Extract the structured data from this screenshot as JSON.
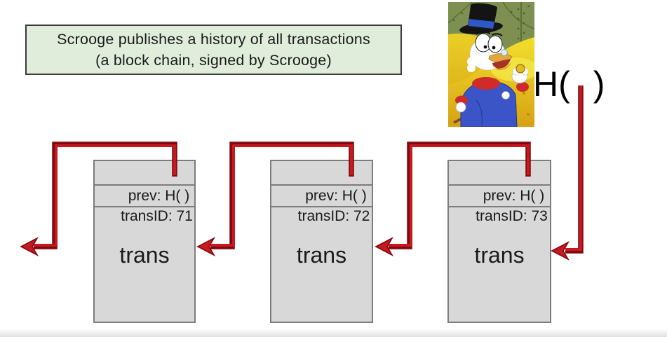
{
  "slide": {
    "title_line1": "Scrooge publishes a history of all transactions",
    "title_line2": "(a block chain, signed by Scrooge)"
  },
  "hash_label": {
    "open": "H(",
    "close": ")"
  },
  "blocks": [
    {
      "prev_label": "prev: H( )",
      "trans_id_label": "transID: 71",
      "body_label": "trans"
    },
    {
      "prev_label": "prev: H( )",
      "trans_id_label": "transID: 72",
      "body_label": "trans"
    },
    {
      "prev_label": "prev: H( )",
      "trans_id_label": "transID: 73",
      "body_label": "trans"
    }
  ],
  "icons": {
    "scrooge_image": "scrooge-mcduck-cartoon",
    "arrows": "hash-pointer-arrow"
  },
  "colors": {
    "arrow_core": "#c41a20",
    "arrow_dark": "#84090e",
    "arrow_color": "#ab0e14",
    "title_box_bg": "#e1eddb",
    "title_box_border": "#3a3a3a",
    "block_bg": "#d8d8d8",
    "block_border": "#7d7d7d",
    "text_color": "#1a1a1a"
  }
}
